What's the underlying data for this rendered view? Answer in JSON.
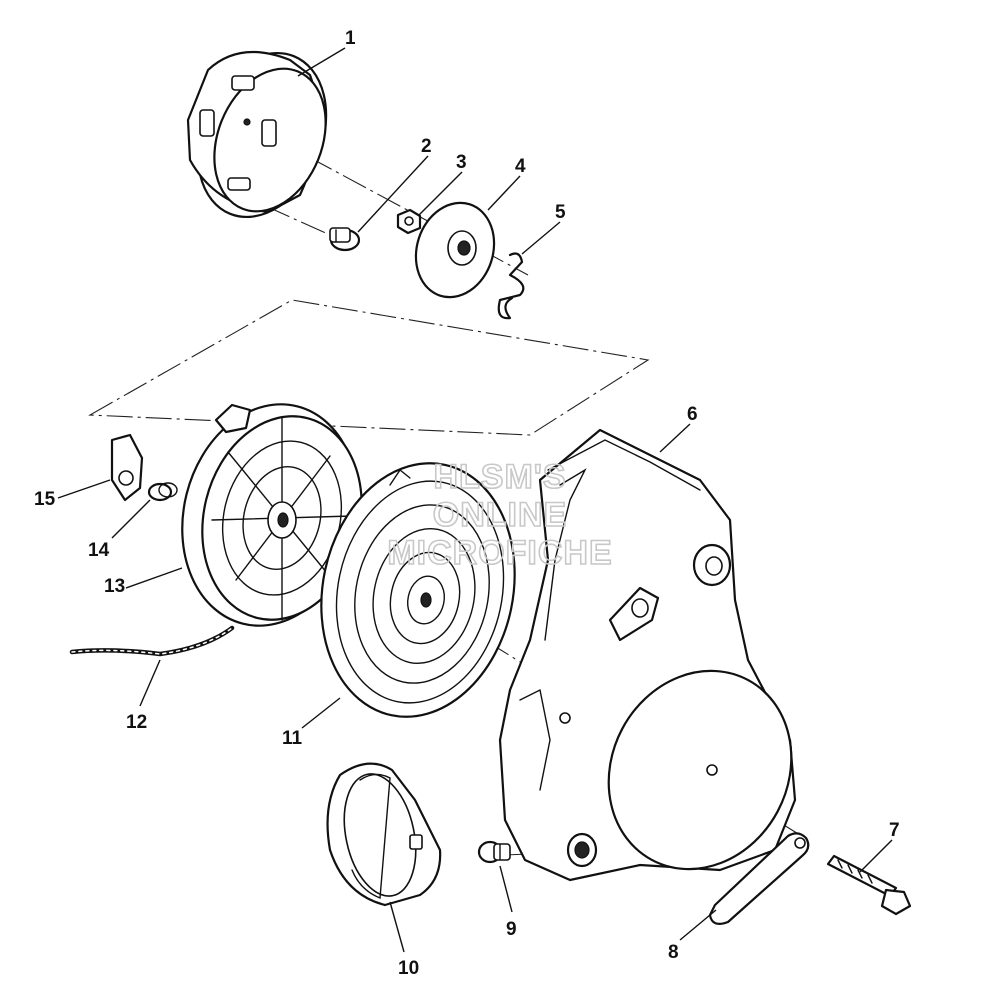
{
  "watermark": {
    "line1": "HLSM'S",
    "line2": "ONLINE",
    "line3": "MICROFICHE"
  },
  "callouts": [
    {
      "id": "1",
      "text": "1"
    },
    {
      "id": "2",
      "text": "2"
    },
    {
      "id": "3",
      "text": "3"
    },
    {
      "id": "4",
      "text": "4"
    },
    {
      "id": "5",
      "text": "5"
    },
    {
      "id": "6",
      "text": "6"
    },
    {
      "id": "7",
      "text": "7"
    },
    {
      "id": "8",
      "text": "8"
    },
    {
      "id": "9",
      "text": "9"
    },
    {
      "id": "10",
      "text": "10"
    },
    {
      "id": "11",
      "text": "11"
    },
    {
      "id": "12",
      "text": "12"
    },
    {
      "id": "13",
      "text": "13"
    },
    {
      "id": "14",
      "text": "14"
    },
    {
      "id": "15",
      "text": "15"
    }
  ]
}
